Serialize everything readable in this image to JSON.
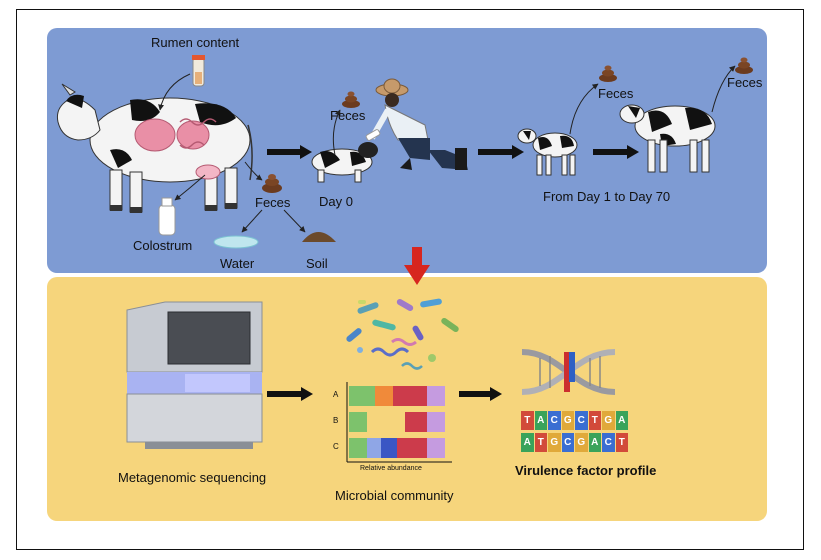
{
  "top_panel": {
    "rumen_label": "Rumen content",
    "feces_cow_label": "Feces",
    "colostrum_label": "Colostrum",
    "water_label": "Water",
    "soil_label": "Soil",
    "feces_calf_label": "Feces",
    "day0_label": "Day 0",
    "feces_young_label": "Feces",
    "feces_old_label": "Feces",
    "period_label": "From Day 1 to Day 70"
  },
  "bottom_panel": {
    "sequencing_label": "Metagenomic sequencing",
    "community_label": "Microbial community",
    "virulence_label": "Virulence factor profile",
    "bar_rows": [
      "A",
      "B",
      "C"
    ],
    "axis_label": "Relative abundance",
    "dna_top_letters": [
      "T",
      "A",
      "C",
      "G",
      "C",
      "T",
      "G",
      "A"
    ],
    "dna_bottom_letters": [
      "A",
      "T",
      "G",
      "C",
      "G",
      "A",
      "C",
      "T"
    ]
  }
}
